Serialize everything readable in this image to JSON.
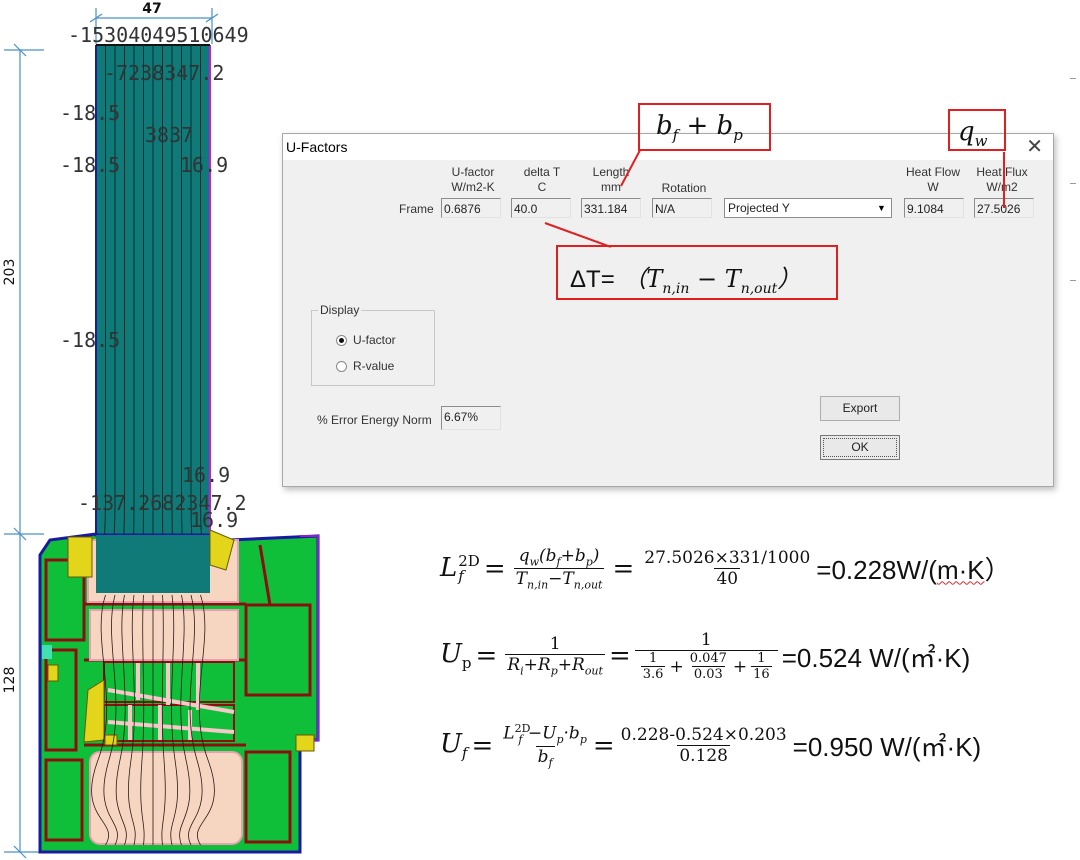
{
  "drawing": {
    "dimensions": {
      "width_label": "47",
      "glass_height_label": "203",
      "frame_height_label": "128"
    },
    "isotherm_labels": [
      {
        "id": "top-cluster",
        "text": "-15304049510649"
      },
      {
        "id": "upper-right",
        "text": "-7238347.2"
      },
      {
        "id": "left-1",
        "text": "-18.5"
      },
      {
        "id": "mid",
        "text": "3837"
      },
      {
        "id": "left-2",
        "text": "-18.5"
      },
      {
        "id": "right-1",
        "text": "16.9"
      },
      {
        "id": "left-3",
        "text": "-18.5"
      },
      {
        "id": "right-2",
        "text": "16.9"
      },
      {
        "id": "bottom-cluster",
        "text": "-137.2682347.2"
      },
      {
        "id": "right-3",
        "text": "16.9"
      }
    ],
    "colors": {
      "glazing": "#0f7a78",
      "frame_cavity": "#0fbf3a",
      "insulation": "#f6d6c0",
      "aluminum": "#8b0f0f",
      "gasket": "#e3d51a",
      "edge_inner": "#6a00c9",
      "edge_outer": "#1a1aa0",
      "dimension_line": "#4a90c8"
    }
  },
  "dialog": {
    "title": "U-Factors",
    "close_icon": "close-x-icon",
    "columns": {
      "ufactor": "U-factor\nW/m2-K",
      "deltaT": "delta T\nC",
      "length": "Length\nmm",
      "rotation": "Rotation",
      "heatflow": "Heat Flow\nW",
      "heatflux": "Heat Flux\nW/m2"
    },
    "row_label": "Frame",
    "values": {
      "ufactor": "0.6876",
      "deltaT": "40.0",
      "length": "331.184",
      "rotation": "N/A",
      "projection": "Projected Y",
      "heatflow": "9.1084",
      "heatflux": "27.5026"
    },
    "display_group": {
      "legend": "Display",
      "options": [
        {
          "label": "U-factor",
          "checked": true
        },
        {
          "label": "R-value",
          "checked": false
        }
      ]
    },
    "error_label": "% Error Energy Norm",
    "error_value": "6.67%",
    "export_label": "Export",
    "ok_label": "OK"
  },
  "annotations": {
    "length_box": "b_f + b_p",
    "flux_box": "q_w",
    "deltaT_box": "ΔT= (T_n,in − T_n,out)"
  },
  "formulas": {
    "lf2d": {
      "lhs": "L_f^2D",
      "numerator": "q_w(b_f+b_p)",
      "denominator": "T_n,in−T_n,out",
      "calc_numerator": "27.5026×331/1000",
      "calc_denominator": "40",
      "result": "=0.228W/(m·K)"
    },
    "up": {
      "lhs": "U_p",
      "numerator": "1",
      "denominator": "R_i+R_p+R_out",
      "calc_numerator": "1",
      "calc_terms": [
        {
          "num": "1",
          "den": "3.6"
        },
        {
          "num": "0.047",
          "den": "0.03"
        },
        {
          "num": "1",
          "den": "16"
        }
      ],
      "result": "=0.524 W/(㎡·K)"
    },
    "uf": {
      "lhs": "U_f",
      "numerator": "L_f^2D −U_p·b_p",
      "denominator": "b_f",
      "calc_numerator": "0.228-0.524×0.203",
      "calc_denominator": "0.128",
      "result": "=0.950 W/(㎡·K)"
    }
  }
}
